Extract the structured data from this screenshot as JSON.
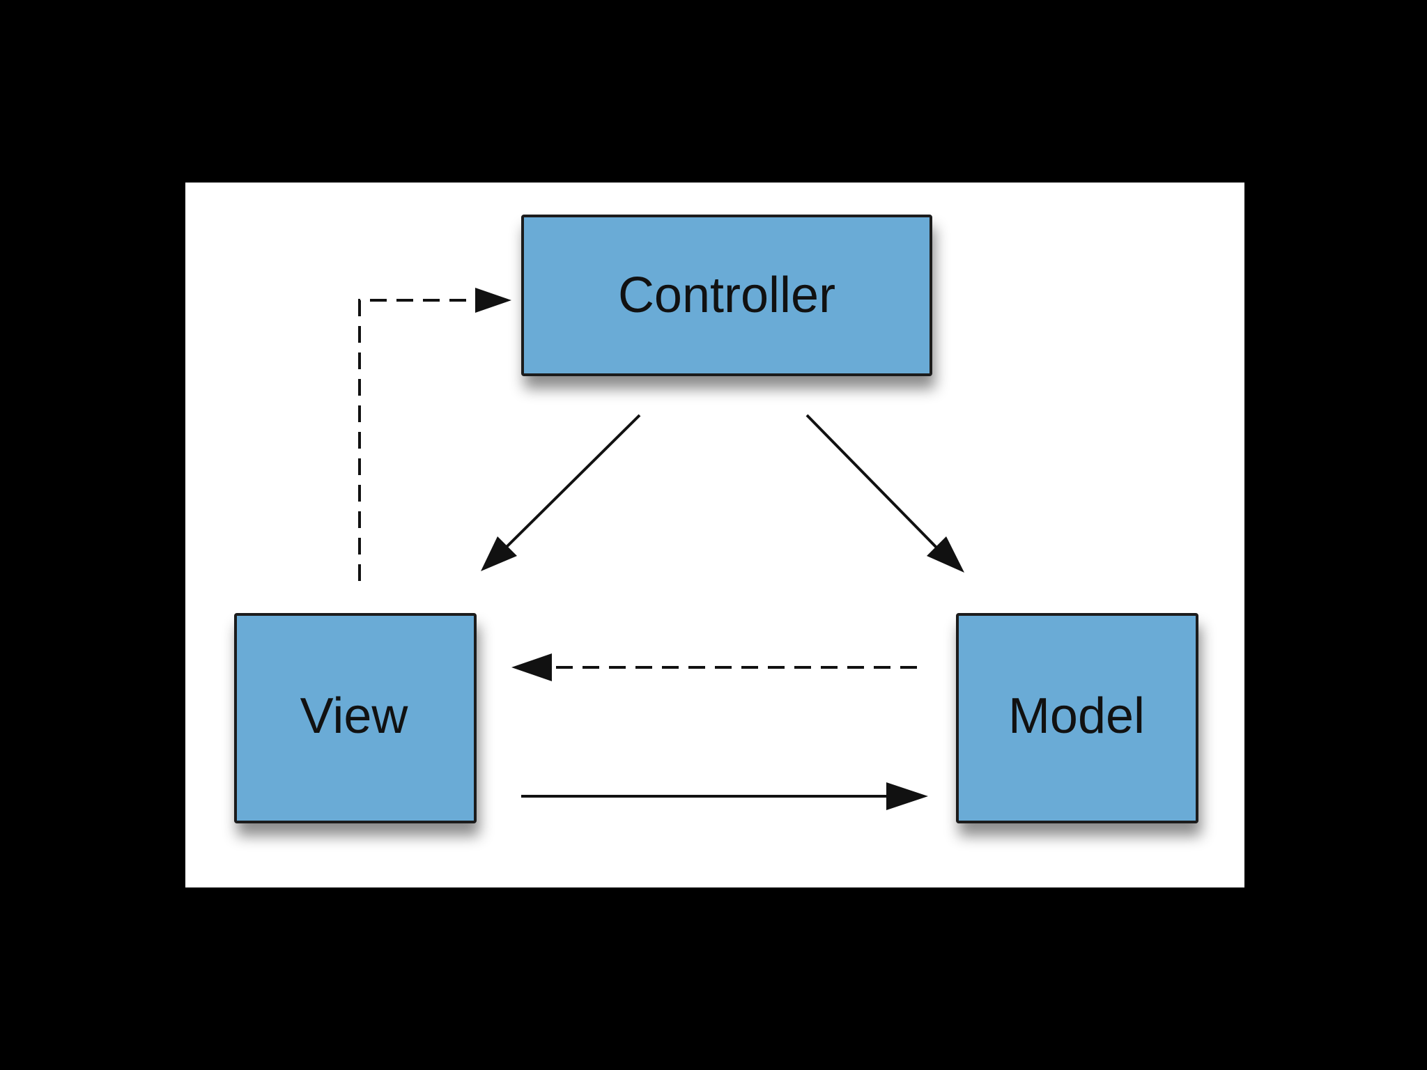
{
  "diagram": {
    "background": "#ffffff",
    "node_fill": "#6aabd6",
    "node_stroke": "#1b1b1b",
    "edge_color": "#111111",
    "nodes": [
      {
        "id": "controller",
        "label": "Controller"
      },
      {
        "id": "view",
        "label": "View"
      },
      {
        "id": "model",
        "label": "Model"
      }
    ],
    "edges": [
      {
        "from": "view",
        "to": "controller",
        "style": "dashed"
      },
      {
        "from": "controller",
        "to": "view",
        "style": "solid"
      },
      {
        "from": "controller",
        "to": "model",
        "style": "solid"
      },
      {
        "from": "model",
        "to": "view",
        "style": "dashed"
      },
      {
        "from": "view",
        "to": "model",
        "style": "solid"
      }
    ]
  }
}
